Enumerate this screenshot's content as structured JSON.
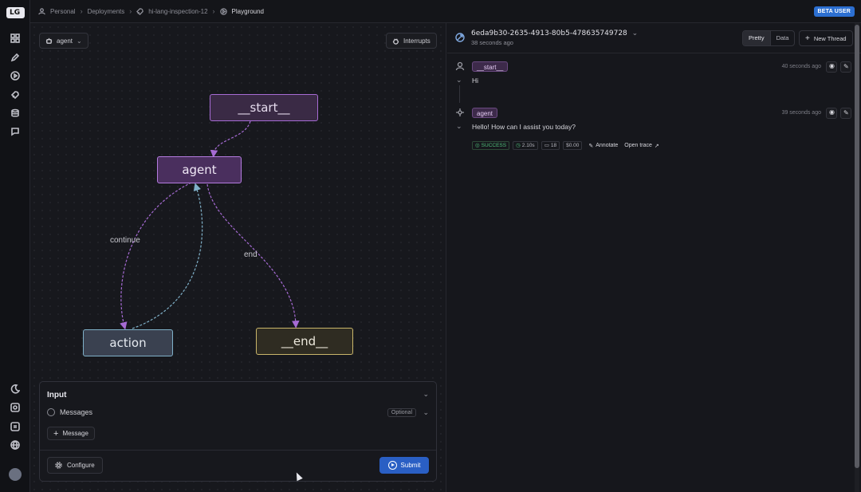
{
  "app": {
    "logo_text": "LG"
  },
  "breadcrumbs": [
    {
      "label": "Personal"
    },
    {
      "label": "Deployments"
    },
    {
      "label": "hi-lang-inspection-12"
    },
    {
      "label": "Playground"
    }
  ],
  "beta_badge": "BETA USER",
  "graph": {
    "graph_select": "agent",
    "interrupts_label": "Interrupts",
    "nodes": {
      "start": "__start__",
      "agent": "agent",
      "action": "action",
      "end": "__end__"
    },
    "edges": {
      "continue": "continue",
      "end": "end"
    },
    "colors": {
      "purple": "#a66bd4",
      "teal": "#7fb0c8",
      "yellow": "#c9b56a",
      "agent_fill": "#4a2f5e",
      "start_fill": "#3a2a45",
      "action_fill": "#3a4150",
      "end_fill": "#2f2c22"
    }
  },
  "input": {
    "title": "Input",
    "messages_label": "Messages",
    "optional_label": "Optional",
    "add_message_label": "Message",
    "configure_label": "Configure",
    "submit_label": "Submit"
  },
  "thread": {
    "id": "6eda9b30-2635-4913-80b5-478635749728",
    "time": "38 seconds ago",
    "view_pretty": "Pretty",
    "view_data": "Data",
    "new_thread_label": "New Thread",
    "messages": [
      {
        "tag": "__start__",
        "text": "Hi",
        "time": "40 seconds ago"
      },
      {
        "tag": "agent",
        "text": "Hello! How can I assist you today?",
        "time": "39 seconds ago"
      }
    ],
    "run_meta": {
      "status": "SUCCESS",
      "latency": "2.10s",
      "tokens": "18",
      "cost": "$0.00",
      "annotate": "Annotate",
      "open_trace": "Open trace"
    }
  }
}
